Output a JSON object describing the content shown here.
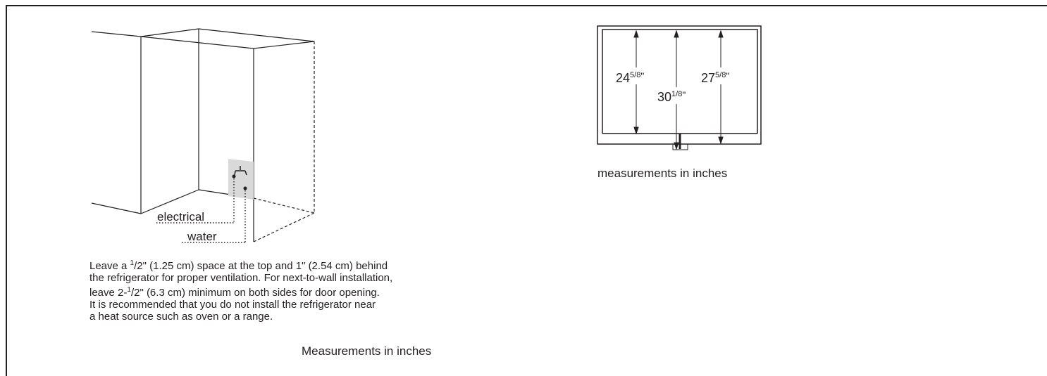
{
  "installation_diagram": {
    "electrical_label": "electrical",
    "water_label": "water"
  },
  "instructions": {
    "line1_before_sup": "Leave a ",
    "line1_sup": "1",
    "line1_after_sup": "/2\" (1.25 cm) space at the top and 1\" (2.54 cm) behind",
    "line2": "the refrigerator for proper ventilation. For next-to-wall installation,",
    "line3_before_sup": "leave 2-",
    "line3_sup": "1",
    "line3_after_sup": "/2\" (6.3 cm) minimum on both sides for door opening.",
    "line4": "It is recommended that you do not install the refrigerator near",
    "line5": "a heat source such as oven or a range."
  },
  "caption_left": "Measurements in inches",
  "dimensions_diagram": {
    "dim1_whole": "24",
    "dim1_fraction": "5/8",
    "dim1_unit": "\"",
    "dim2_whole": "30",
    "dim2_fraction": "1/8",
    "dim2_unit": "\"",
    "dim3_whole": "27",
    "dim3_fraction": "5/8",
    "dim3_unit": "\""
  },
  "caption_right": "measurements in inches",
  "colors": {
    "line": "#231f20",
    "shade": "#d9d9d9"
  }
}
